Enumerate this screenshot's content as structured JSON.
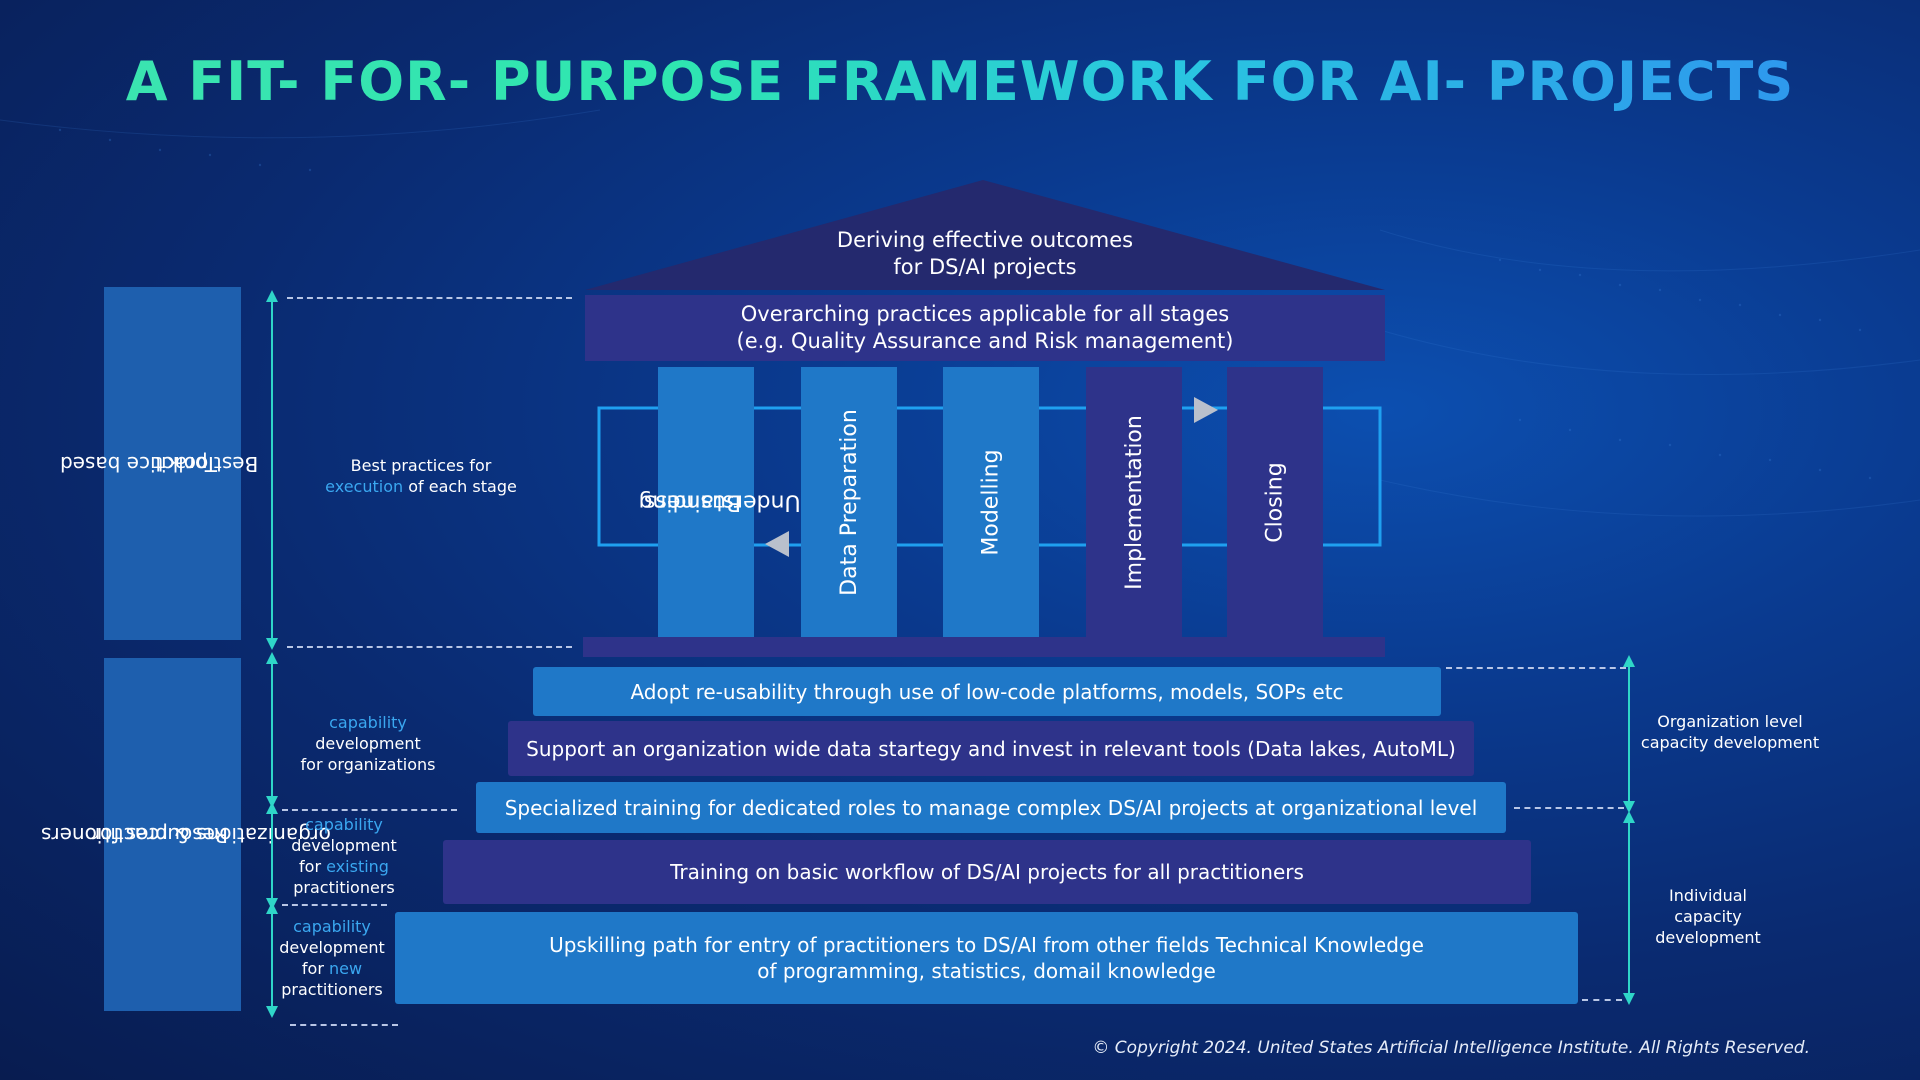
{
  "title": "A FIT- FOR- PURPOSE FRAMEWORK FOR AI- PROJECTS",
  "roof": {
    "line1": "Deriving effective outcomes",
    "line2": "for DS/AI projects"
  },
  "overarching": {
    "line1": "Overarching practices applicable for all stages",
    "line2": "(e.g. Quality Assurance and Risk management)"
  },
  "pillars": [
    {
      "line1": "Business",
      "line2": "Understanding"
    },
    {
      "line1": "Data Preparation",
      "line2": ""
    },
    {
      "line1": "Modelling",
      "line2": ""
    },
    {
      "line1": "Implementation",
      "line2": ""
    },
    {
      "line1": "Closing",
      "line2": ""
    }
  ],
  "left_labels": {
    "toolkit": {
      "line1": "Best practice based",
      "line2": "Toolkit"
    },
    "resources": {
      "line1": "Resources for",
      "line2": "organizations  & practitioners"
    }
  },
  "annotations": {
    "best_practices": {
      "pre": "Best practices for",
      "highlight": "execution",
      "post": " of each stage"
    },
    "cap_org": {
      "highlight": "capability",
      "line2": "development",
      "line3": "for organizations"
    },
    "cap_existing": {
      "highlight_top": "capability",
      "line2": "development",
      "pre3": "for ",
      "highlight3": "existing",
      "line4": "practitioners"
    },
    "cap_new": {
      "highlight_top": "capability",
      "line2": "development",
      "pre3": "for ",
      "highlight3": "new",
      "line4": "practitioners"
    }
  },
  "steps": [
    {
      "text": "Adopt re-usability through use of low-code platforms, models, SOPs etc"
    },
    {
      "text": "Support an organization wide data startegy and invest in relevant tools (Data lakes, AutoML)"
    },
    {
      "text": "Specialized training for dedicated roles to manage complex DS/AI projects at organizational level"
    },
    {
      "text": "Training on basic workflow of DS/AI projects for all practitioners"
    },
    {
      "line1": "Upskilling path for entry of practitioners to DS/AI from other fields Technical Knowledge",
      "line2": "of programming, statistics, domail knowledge"
    }
  ],
  "right_labels": {
    "org": {
      "line1": "Organization level",
      "line2": "capacity development"
    },
    "ind": {
      "line1": "Individual",
      "line2": "capacity",
      "line3": "development"
    }
  },
  "copyright": "© Copyright 2024. United States Artificial Intelligence Institute. All Rights Reserved.",
  "colors": {
    "accent": "#2fe6b0",
    "arrow": "#2fd6c8",
    "highlight": "#3aa7f0",
    "dark_block": "#2e338a",
    "light_block": "#1f78c8"
  }
}
